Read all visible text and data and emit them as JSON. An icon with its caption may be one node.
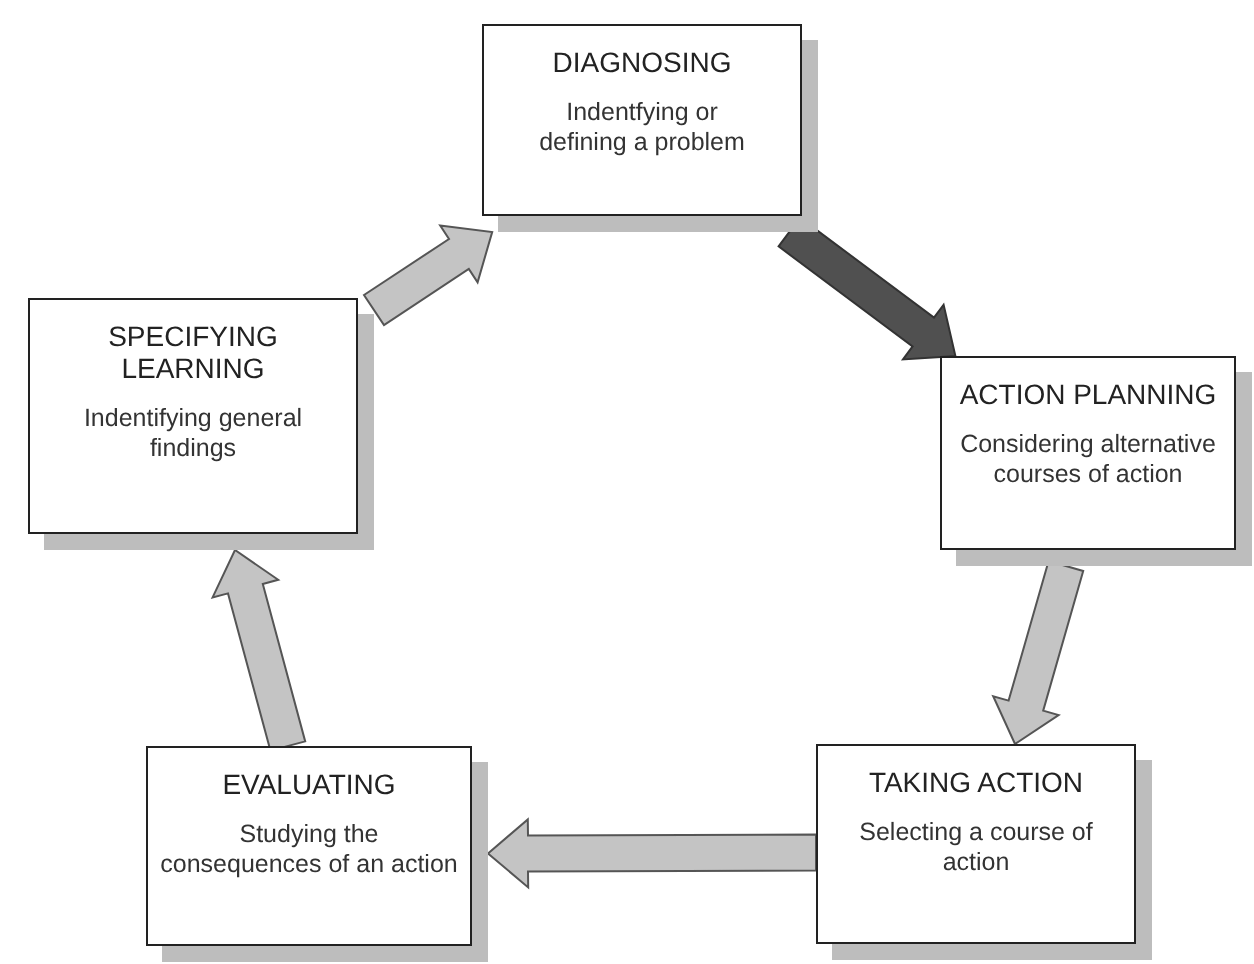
{
  "diagram": {
    "nodes": [
      {
        "text": [
          "DIAGNOSING",
          "Indentfying or defining a problem"
        ]
      },
      {
        "text": [
          "ACTION PLANNING",
          "Considering alternative courses of action"
        ]
      },
      {
        "text": [
          "TAKING ACTION",
          "Selecting a course of action"
        ]
      },
      {
        "text": [
          "EVALUATING",
          "Studying the consequences of an action"
        ]
      },
      {
        "text": [
          "SPECIFYING LEARNING",
          "Indentifying general findings"
        ]
      }
    ],
    "edges": [
      {
        "from": 0,
        "to": 1,
        "arrow": "to",
        "color": "#505050"
      },
      {
        "from": 1,
        "to": 2,
        "arrow": "to"
      },
      {
        "from": 2,
        "to": 3,
        "arrow": "to"
      },
      {
        "from": 3,
        "to": 4,
        "arrow": "to"
      },
      {
        "from": 4,
        "to": 0,
        "arrow": "to"
      }
    ]
  }
}
